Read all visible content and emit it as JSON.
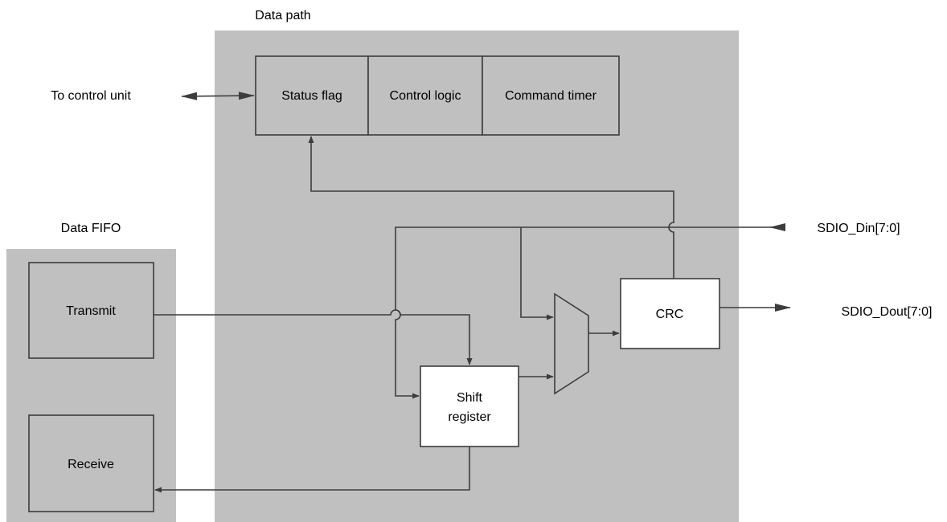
{
  "diagram": {
    "data_path_title": "Data path",
    "data_fifo_title": "Data FIFO",
    "to_control_unit": "To control unit",
    "status_flag": "Status flag",
    "control_logic": "Control logic",
    "command_timer": "Command timer",
    "transmit": "Transmit",
    "receive": "Receive",
    "shift_register_line1": "Shift",
    "shift_register_line2": "register",
    "crc": "CRC",
    "sdio_din": "SDIO_Din[7:0]",
    "sdio_dout": "SDIO_Dout[7:0]"
  },
  "colors": {
    "region_fill": "#c0c0c0",
    "wire": "#3c3c3c",
    "box_white": "#ffffff"
  }
}
